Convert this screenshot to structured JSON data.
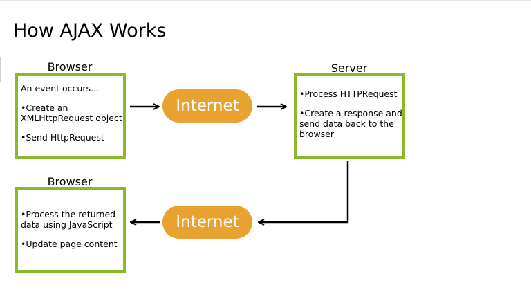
{
  "page": {
    "title": "How AJAX Works"
  },
  "diagram": {
    "browser_top": {
      "label": "Browser",
      "lines": [
        "An event occurs...",
        "•Create an XMLHttpRequest object",
        "•Send HttpRequest"
      ]
    },
    "server": {
      "label": "Server",
      "lines": [
        "•Process HTTPRequest",
        "•Create a response and send data back to the browser"
      ]
    },
    "browser_bottom": {
      "label": "Browser",
      "lines": [
        "•Process the returned data using JavaScript",
        "•Update page content"
      ]
    },
    "internet_top": "Internet",
    "internet_bottom": "Internet"
  },
  "colors": {
    "box_border": "#8cb82c",
    "pill_fill": "#e8a230",
    "pill_text": "#ffffff",
    "arrow": "#000000"
  }
}
